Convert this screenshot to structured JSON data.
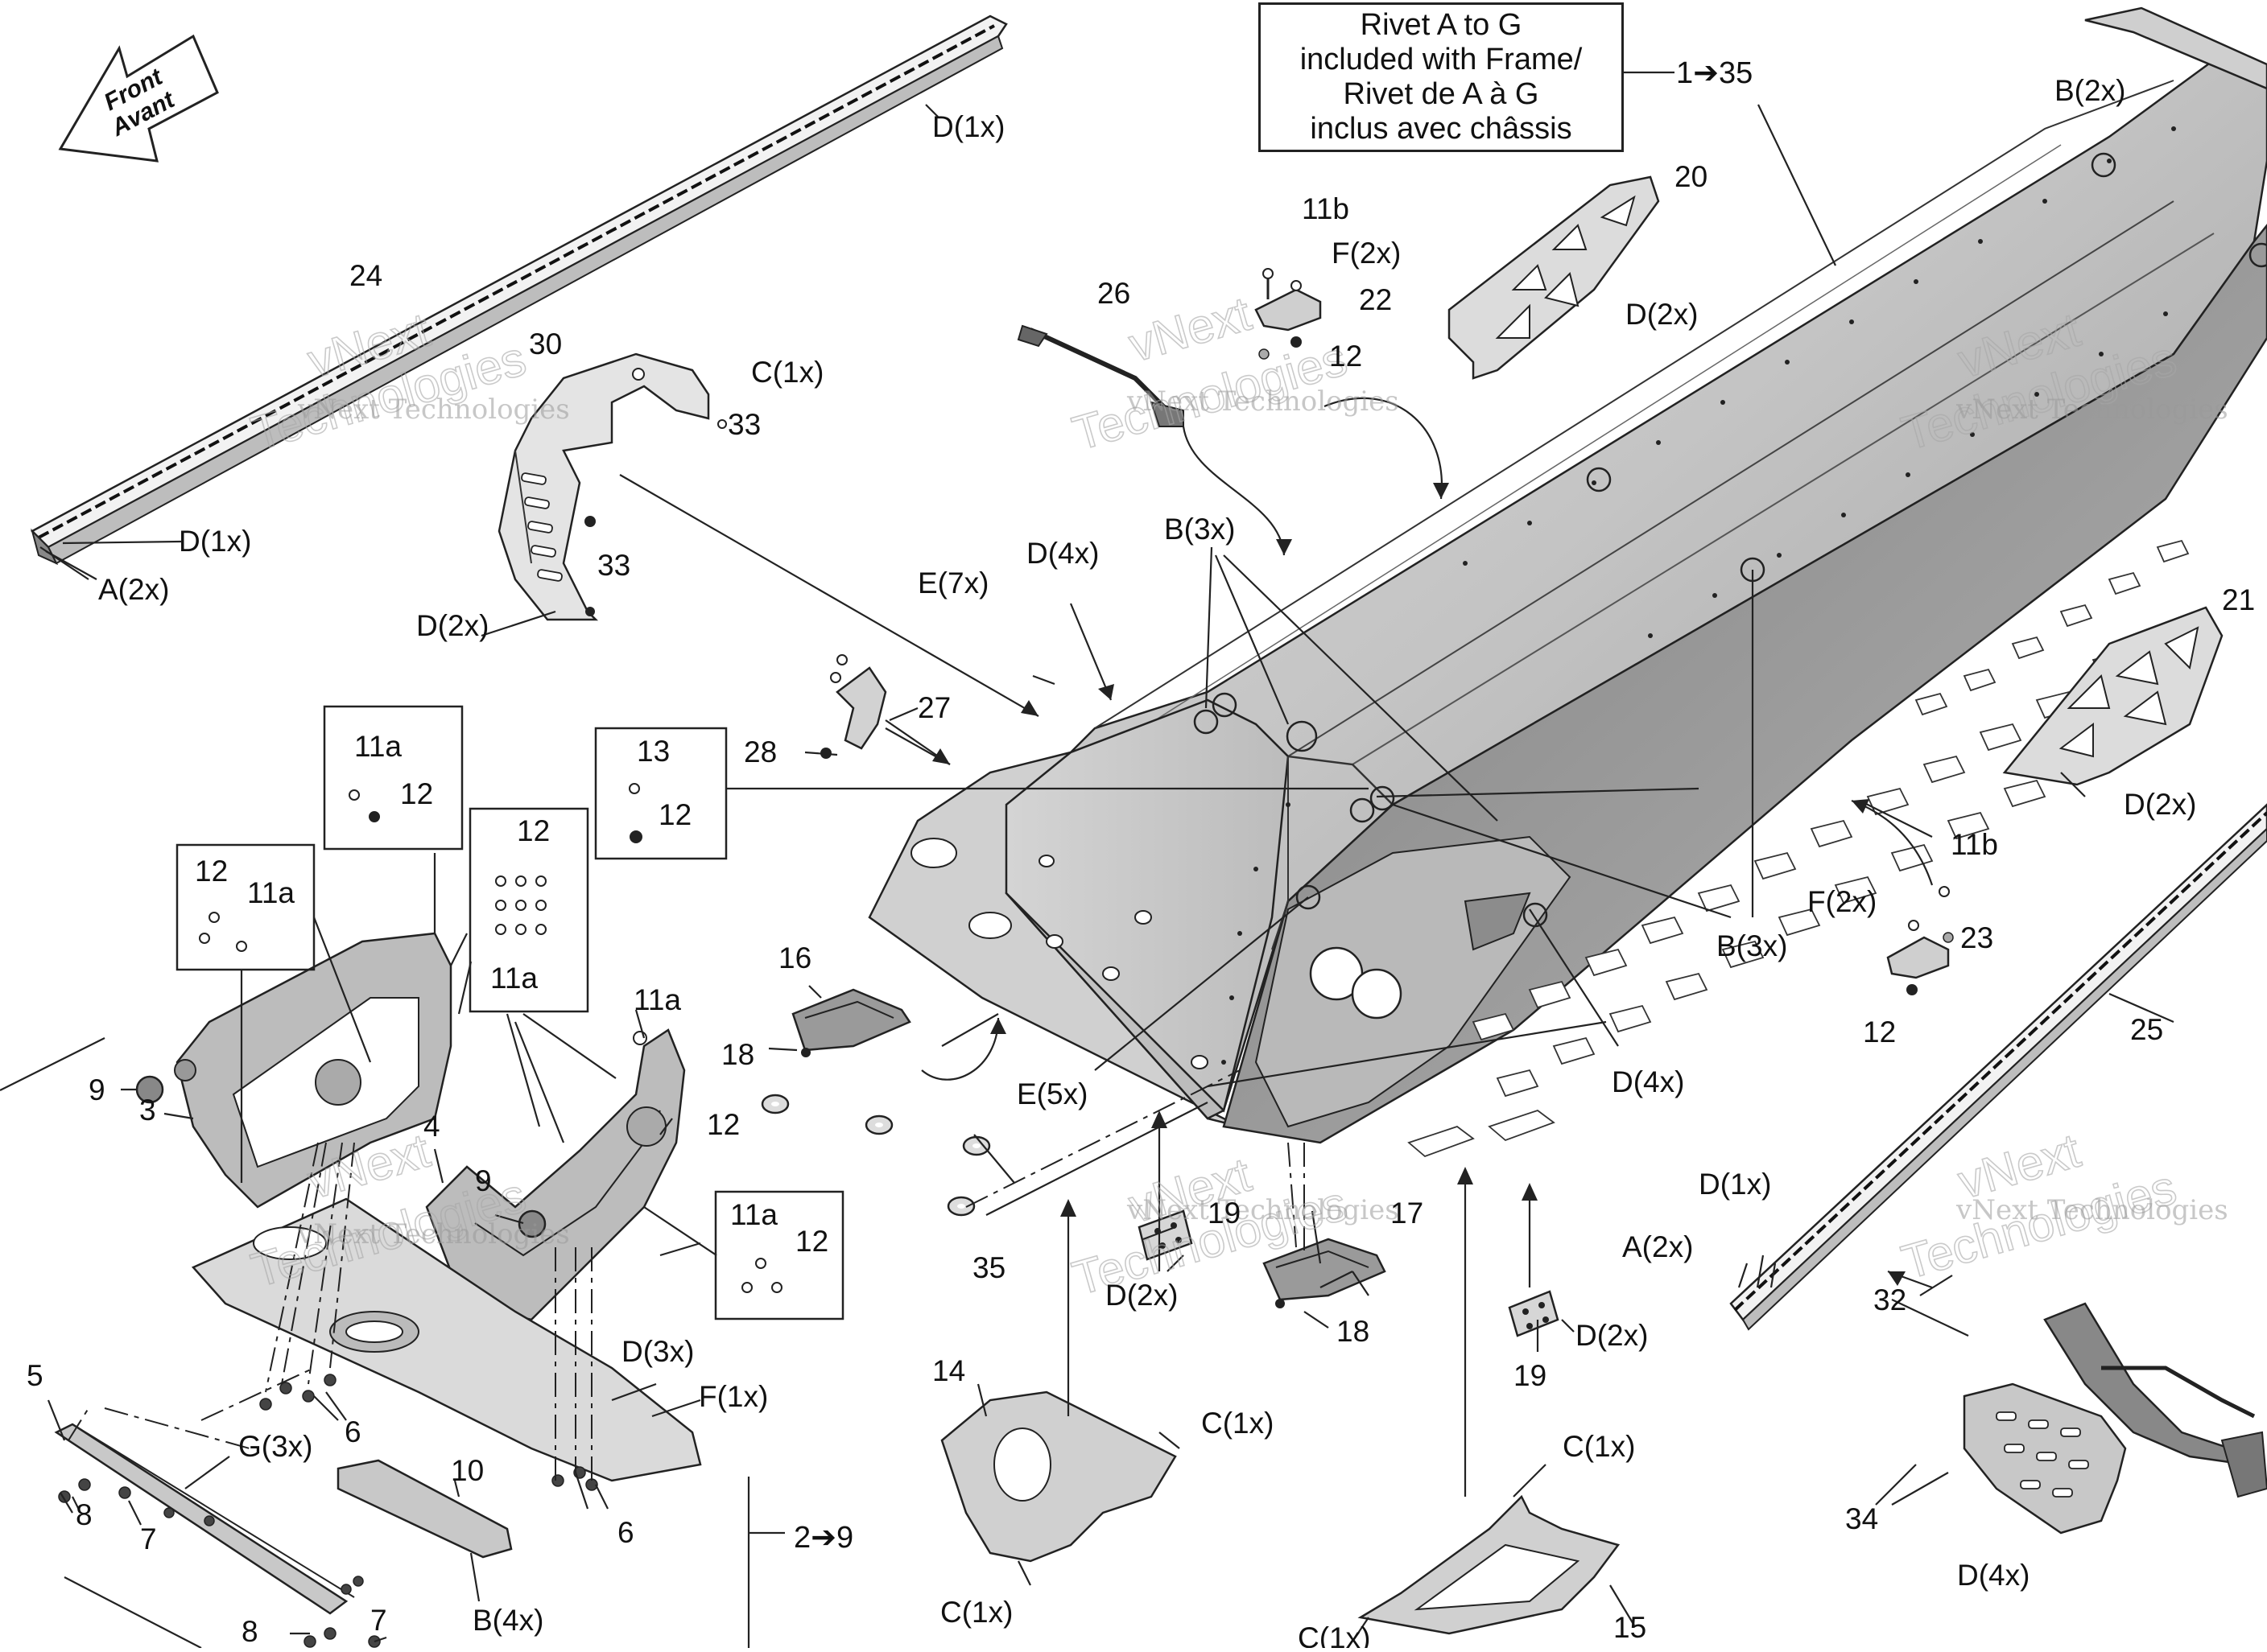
{
  "note": {
    "lines": [
      "Rivet A to G",
      "included with Frame/",
      "Rivet de A à G",
      "inclus avec châssis"
    ],
    "ref": "1➔35"
  },
  "front_arrow": {
    "line1": "Front",
    "line2": "Avant"
  },
  "watermark": {
    "small": "vNext Technologies",
    "large_top": "vNext",
    "large_bottom": "Technologies"
  },
  "bottom_ref": "2➔9",
  "callouts": [
    "D(1x)",
    "24",
    "30",
    "C(1x)",
    "33",
    "33",
    "D(1x)",
    "A(2x)",
    "D(2x)",
    "26",
    "11b",
    "F(2x)",
    "22",
    "12",
    "20",
    "D(2x)",
    "B(2x)",
    "B(3x)",
    "D(4x)",
    "E(7x)",
    "27",
    "28",
    "11a",
    "12",
    "12",
    "11a",
    "12",
    "11a",
    "13",
    "12",
    "11a",
    "12",
    "9",
    "3",
    "4",
    "9",
    "11a",
    "12",
    "11a",
    "12",
    "16",
    "18",
    "E(5x)",
    "35",
    "21",
    "D(2x)",
    "11b",
    "F(2x)",
    "23",
    "12",
    "B(3x)",
    "D(4x)",
    "25",
    "19",
    "D(2x)",
    "17",
    "18",
    "19",
    "D(2x)",
    "D(1x)",
    "A(2x)",
    "32",
    "34",
    "D(4x)",
    "D(3x)",
    "F(1x)",
    "5",
    "6",
    "G(3x)",
    "8",
    "7",
    "10",
    "6",
    "8",
    "7",
    "B(4x)",
    "14",
    "C(1x)",
    "C(1x)",
    "C(1x)",
    "C(1x)",
    "15"
  ]
}
